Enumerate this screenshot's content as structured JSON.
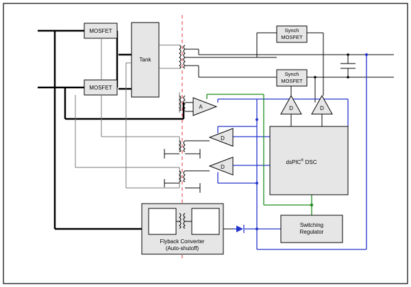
{
  "blocks": {
    "mosfet_top": "MOSFET",
    "mosfet_bottom": "MOSFET",
    "tank": "Tank",
    "synch_mosfet_top_line1": "Synch",
    "synch_mosfet_top_line2": "MOSFET",
    "synch_mosfet_bottom_line1": "Synch",
    "synch_mosfet_bottom_line2": "MOSFET",
    "amp": "A",
    "driver_out_1": "D",
    "driver_out_2": "D",
    "driver_in_1": "D",
    "driver_in_2": "D",
    "dsc": "dsPIC",
    "dsc_sup": "®",
    "dsc_suffix": " DSC",
    "switching_regulator_line1": "Switching",
    "switching_regulator_line2": "Regulator",
    "flyback_line1": "Flyback Converter",
    "flyback_line2": "(Auto-shutoff)"
  },
  "colors": {
    "isolation_barrier": "#e03030",
    "feedback_wire": "#1a8a1a",
    "control_wire": "#2233cc",
    "power_wire": "#000000",
    "signal_wire": "#777777",
    "block_fill": "#e6e6e6"
  }
}
